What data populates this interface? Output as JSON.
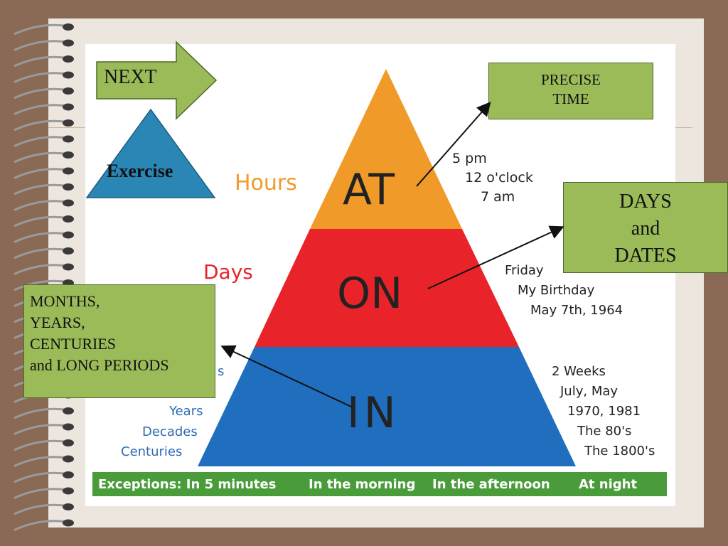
{
  "nav": {
    "next_label": "NEXT",
    "exercise_label": "Exercise"
  },
  "pyramid": {
    "levels": [
      {
        "word": "AT",
        "category": "Hours",
        "color": "#f09a2a",
        "examples": [
          "5 pm",
          "12 o'clock",
          "7 am"
        ]
      },
      {
        "word": "ON",
        "category": "Days",
        "color": "#e8232a",
        "examples": [
          "Friday",
          "My Birthday",
          "May 7th, 1964"
        ]
      },
      {
        "word": "IN",
        "category": "",
        "color": "#1f6fbe",
        "examples": [
          "2 Weeks",
          "July, May",
          "1970, 1981",
          "The 80's",
          "The 1800's"
        ]
      }
    ],
    "in_left_labels": [
      "s",
      "Years",
      "Decades",
      "Centuries"
    ]
  },
  "callouts": {
    "precise_time": [
      "PRECISE",
      "TIME"
    ],
    "days_and_dates": [
      "DAYS",
      "and",
      "DATES"
    ],
    "long_periods": [
      "MONTHS,",
      "YEARS,",
      "CENTURIES",
      "and LONG PERIODS"
    ]
  },
  "exceptions_bar": {
    "items": [
      "Exceptions:  In 5 minutes",
      "In the morning",
      "In the afternoon",
      "At night"
    ]
  },
  "colors": {
    "callout_green": "#9bbb59",
    "exceptions_green": "#4a9c3a",
    "hours_label": "#f09a2a",
    "days_label": "#e8232a",
    "years_label": "#2e6ab3",
    "exercise_triangle": "#2a86b5",
    "next_arrow": "#9bbb59"
  }
}
